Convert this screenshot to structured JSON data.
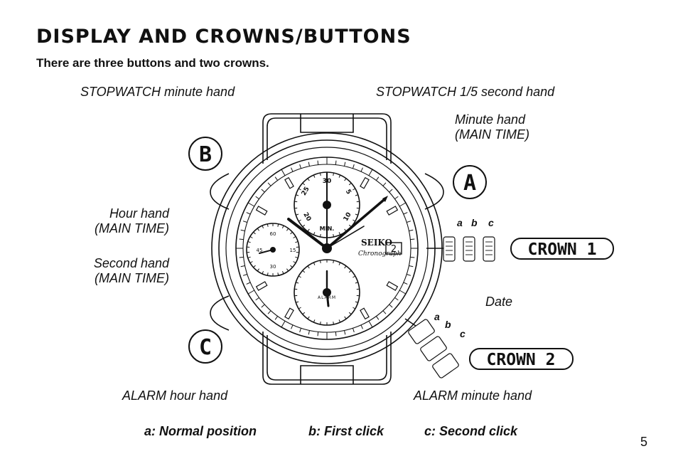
{
  "page": {
    "title": "DISPLAY AND CROWNS/BUTTONS",
    "subtitle": "There are three buttons and two crowns.",
    "page_number": "5"
  },
  "labels": {
    "sw_minute_hand": "STOPWATCH minute hand",
    "sw_fifth_second_hand": "STOPWATCH 1/5 second hand",
    "minute_hand_line1": "Minute hand",
    "minute_hand_line2": "(MAIN TIME)",
    "hour_hand_line1": "Hour hand",
    "hour_hand_line2": "(MAIN TIME)",
    "second_hand_line1": "Second hand",
    "second_hand_line2": "(MAIN TIME)",
    "date": "Date",
    "alarm_hour_hand": "ALARM hour hand",
    "alarm_minute_hand": "ALARM minute hand"
  },
  "buttons": {
    "a": "A",
    "b": "B",
    "c": "C"
  },
  "crowns": {
    "crown1": "CROWN 1",
    "crown2": "CROWN 2",
    "pos_a": "a",
    "pos_b": "b",
    "pos_c": "c"
  },
  "dial": {
    "brand": "SEIKO",
    "model": "Chronograph",
    "date_value": "2",
    "min_label": "MIN.",
    "alarm_label": "ALARM",
    "min_numbers": [
      "30",
      "5",
      "10",
      "20",
      "25"
    ],
    "sec_numbers": [
      "60",
      "15",
      "30",
      "45"
    ]
  },
  "legend": {
    "a": "a:  Normal position",
    "b": "b:  First click",
    "c": "c:  Second click"
  }
}
